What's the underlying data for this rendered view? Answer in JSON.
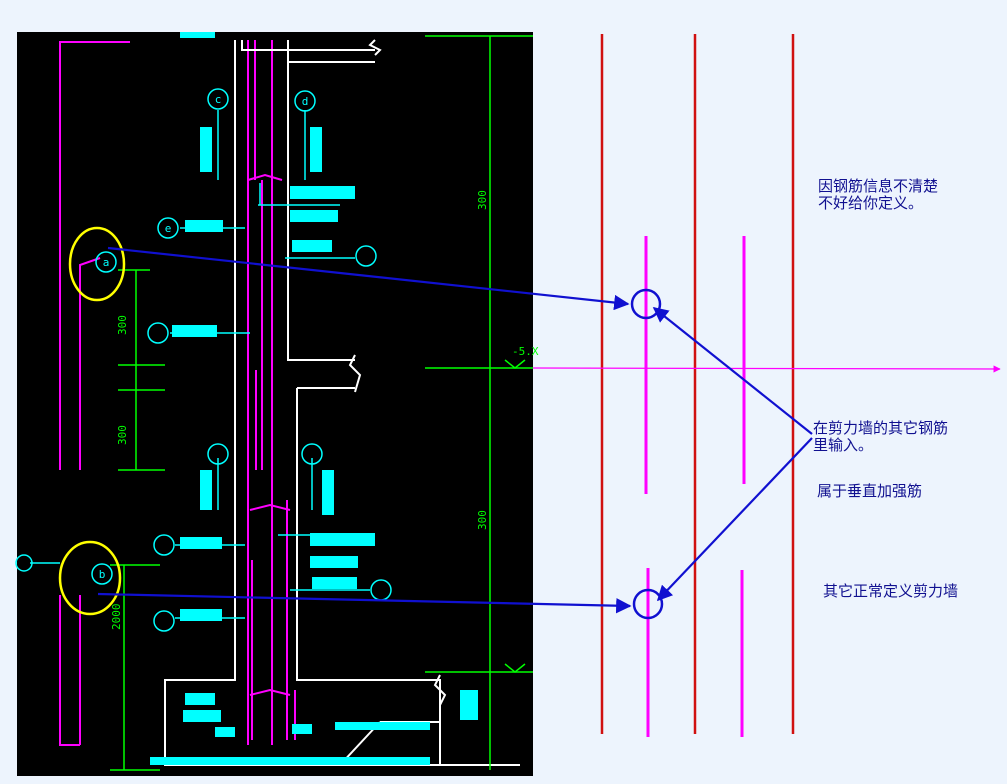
{
  "notes": {
    "unclear_rebar": "因钢筋信息不清楚\n不好给你定义。",
    "other_rebar_input": "在剪力墙的其它钢筋\n里输入。",
    "vertical_strengthening": "属于垂直加强筋",
    "normal_wall": "其它正常定义剪力墙"
  },
  "drawing": {
    "bubble_labels": [
      "c",
      "d",
      "e",
      "a",
      "b"
    ],
    "dimension_labels": [
      "300",
      "300",
      "300",
      "300",
      "2000"
    ],
    "elevation_label": "-5.X"
  },
  "colors": {
    "page_background": "#edf4fd",
    "cad_background": "#000000",
    "wall_lines": "#ffffff",
    "magenta": "#ff00ff",
    "cyan": "#00ffff",
    "green": "#00ff00",
    "red_lines": "#d01010",
    "arrows": "#1010d0",
    "highlight_circle": "#ffff00",
    "note_text": "#101090"
  }
}
